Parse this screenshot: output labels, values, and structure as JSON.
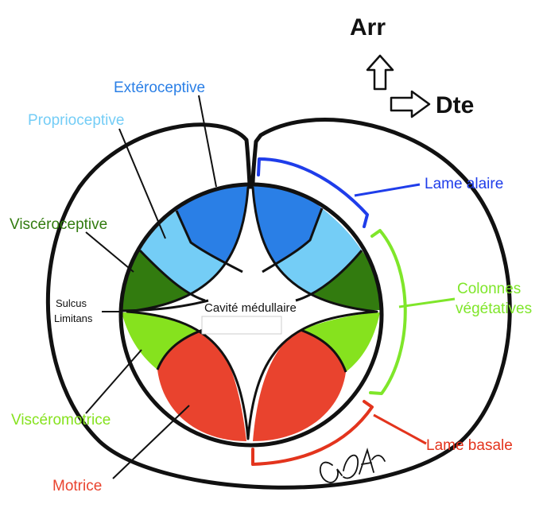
{
  "colors": {
    "exteroceptive": "#2a7fe6",
    "proprioceptive": "#74cdf6",
    "visceroceptive": "#327b0f",
    "visceromotrice": "#86e21e",
    "motrice": "#e9432e",
    "lame_alaire": "#1f3dea",
    "colonnes": "#7fe62a",
    "lame_basale": "#e3341d"
  },
  "orientation": {
    "arr": "Arr",
    "dte": "Dte"
  },
  "labels": {
    "exteroceptive": "Extéroceptive",
    "proprioceptive": "Proprioceptive",
    "visceroceptive": "Viscéroceptive",
    "sulcus_line1": "Sulcus",
    "sulcus_line2": "Limitans",
    "cavite": "Cavité médullaire",
    "visceromotrice": "Viscéromotrice",
    "motrice": "Motrice",
    "lame_alaire": "Lame alaire",
    "colonnes_line1": "Colonnes",
    "colonnes_line2": "végétatives",
    "lame_basale": "Lame basale"
  },
  "signature": "GDAndré",
  "icons": {
    "up": "arrow-up-outline-icon",
    "right": "arrow-right-outline-icon"
  }
}
